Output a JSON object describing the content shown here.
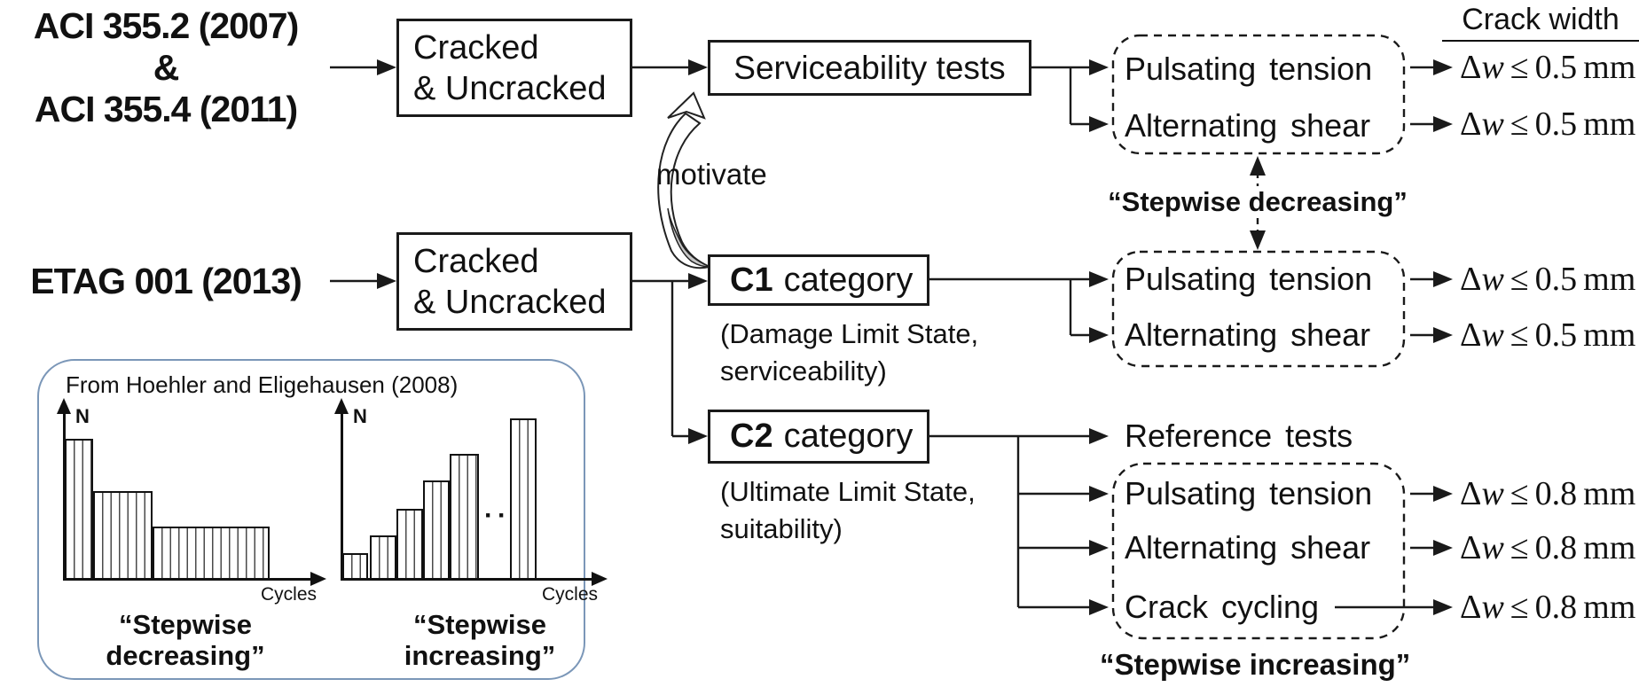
{
  "diagram": {
    "standards": {
      "aci_line1": "ACI 355.2 (2007)",
      "aci_line2": "&",
      "aci_line3": "ACI 355.4 (2011)",
      "etag": "ETAG 001 (2013)"
    },
    "boxes": {
      "cracked_line1": "Cracked",
      "cracked_line2": "& Uncracked",
      "serviceability": "Serviceability tests",
      "c1_code": "C1",
      "c1_label": "category",
      "c1_note1": "(Damage Limit State,",
      "c1_note2": "serviceability)",
      "c2_code": "C2",
      "c2_label": "category",
      "c2_note1": "(Ultimate Limit State,",
      "c2_note2": "suitability)"
    },
    "labels": {
      "motivate": "motivate",
      "stepwise_decreasing": "“Stepwise decreasing”",
      "stepwise_increasing": "“Stepwise increasing”"
    },
    "tests": {
      "aci_row1": "Pulsating tension",
      "aci_row2": "Alternating shear",
      "c1_row1": "Pulsating tension",
      "c1_row2": "Alternating shear",
      "reference": "Reference tests",
      "c2_row1": "Pulsating tension",
      "c2_row2": "Alternating shear",
      "c2_row3": "Crack cycling"
    },
    "crack_width": {
      "header": "Crack width",
      "limits": [
        {
          "delta": "Δ",
          "variable": "w",
          "op": "≤",
          "value": "0.5",
          "unit": "mm"
        },
        {
          "delta": "Δ",
          "variable": "w",
          "op": "≤",
          "value": "0.5",
          "unit": "mm"
        },
        {
          "delta": "Δ",
          "variable": "w",
          "op": "≤",
          "value": "0.5",
          "unit": "mm"
        },
        {
          "delta": "Δ",
          "variable": "w",
          "op": "≤",
          "value": "0.5",
          "unit": "mm"
        },
        {
          "delta": "Δ",
          "variable": "w",
          "op": "≤",
          "value": "0.8",
          "unit": "mm"
        },
        {
          "delta": "Δ",
          "variable": "w",
          "op": "≤",
          "value": "0.8",
          "unit": "mm"
        },
        {
          "delta": "Δ",
          "variable": "w",
          "op": "≤",
          "value": "0.8",
          "unit": "mm"
        }
      ]
    },
    "inset": {
      "title": "From Hoehler and Eligehausen (2008)",
      "left_chart": {
        "y_label": "N",
        "x_label": "Cycles"
      },
      "right_chart": {
        "y_label": "N",
        "x_label": "Cycles",
        "dots": "···"
      },
      "caption_left_line1": "“Stepwise",
      "caption_left_line2": "decreasing”",
      "caption_right_line1": "“Stepwise",
      "caption_right_line2": "increasing”"
    },
    "colors": {
      "ink": "#111111",
      "panel_border": "#7b97b8",
      "arrow_shade": "#c6c6c6"
    }
  },
  "chart_data": [
    {
      "type": "bar",
      "title": "Stepwise decreasing",
      "xlabel": "Cycles",
      "ylabel": "N",
      "values": [
        1.0,
        0.63,
        0.38
      ],
      "bar_widths": [
        1,
        2,
        4
      ],
      "note": "qualitative hatched step blocks, amplitude decreasing with cycles"
    },
    {
      "type": "bar",
      "title": "Stepwise increasing",
      "xlabel": "Cycles",
      "ylabel": "N",
      "values": [
        0.16,
        0.27,
        0.44,
        0.62,
        0.78,
        1.0
      ],
      "note": "qualitative hatched bars increasing with cycles; ellipsis before final bar"
    }
  ]
}
